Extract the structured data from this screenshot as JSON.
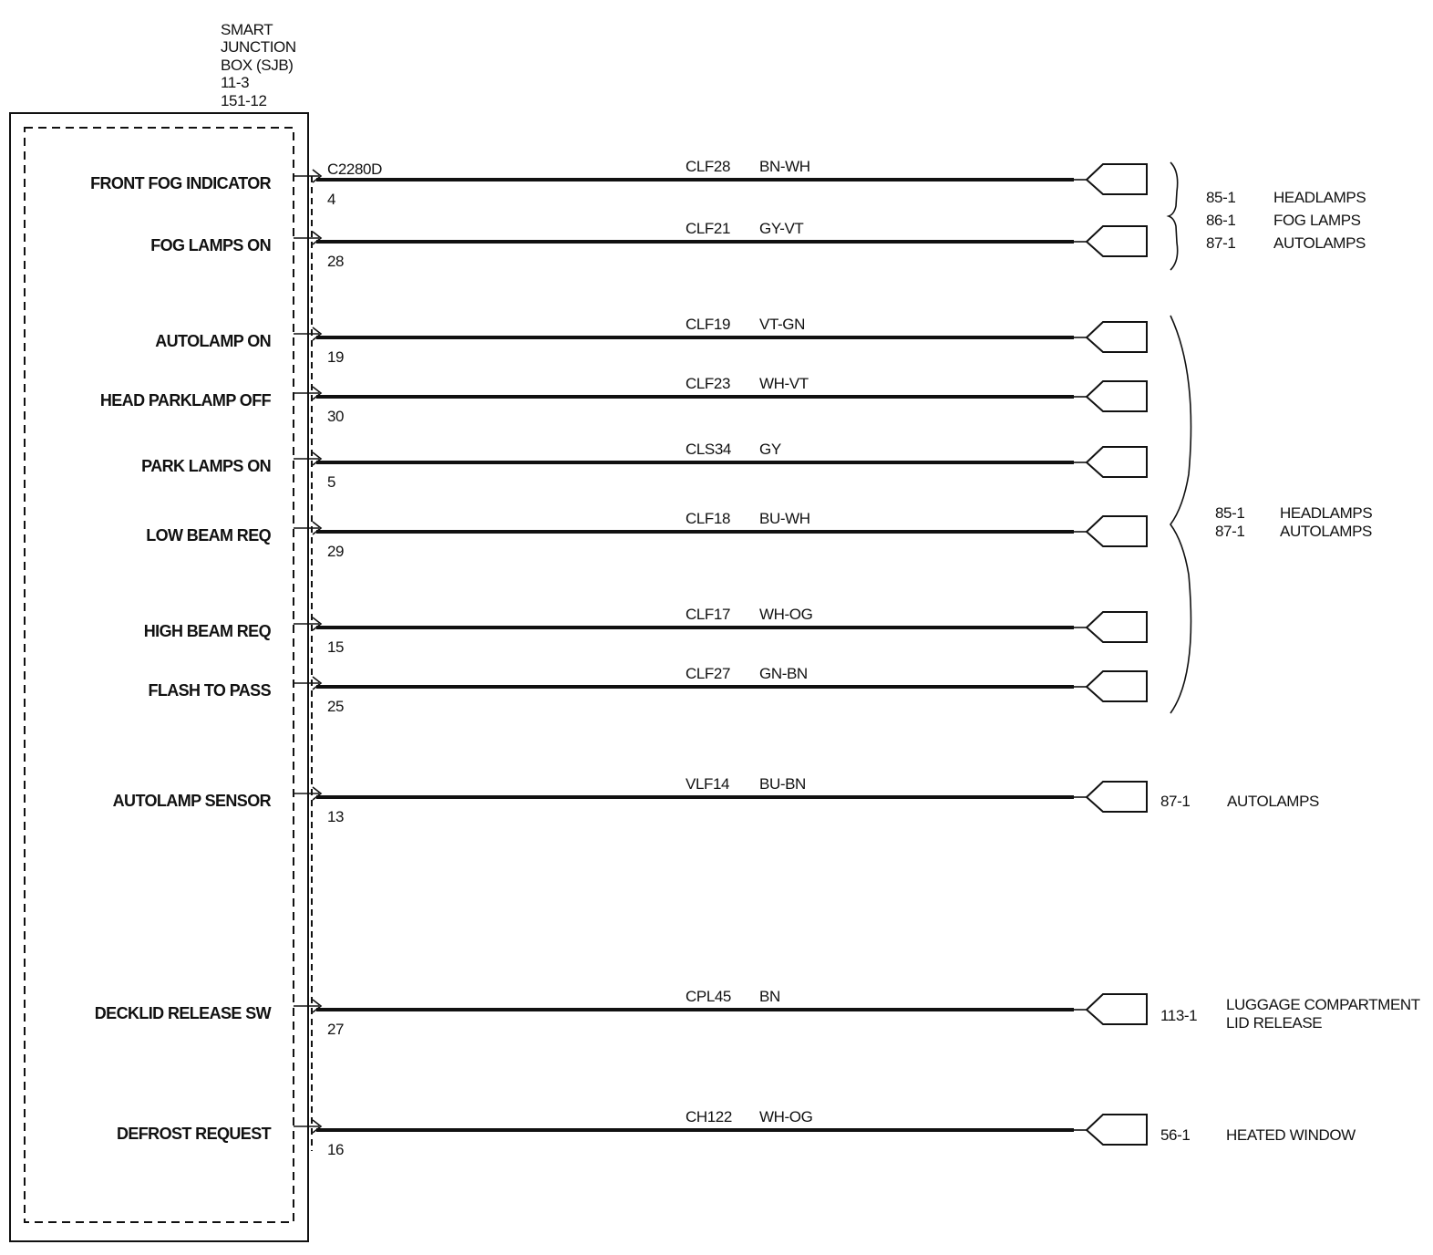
{
  "module": {
    "title_lines": [
      "SMART",
      "JUNCTION",
      "BOX (SJB)",
      "11-3",
      "151-12"
    ],
    "connector": "C2280D"
  },
  "circuits": [
    {
      "signal": "FRONT FOG INDICATOR",
      "pin": "4",
      "circuit": "CLF28",
      "color": "BN-WH"
    },
    {
      "signal": "FOG LAMPS ON",
      "pin": "28",
      "circuit": "CLF21",
      "color": "GY-VT"
    },
    {
      "signal": "AUTOLAMP ON",
      "pin": "19",
      "circuit": "CLF19",
      "color": "VT-GN"
    },
    {
      "signal": "HEAD PARKLAMP OFF",
      "pin": "30",
      "circuit": "CLF23",
      "color": "WH-VT"
    },
    {
      "signal": "PARK LAMPS ON",
      "pin": "5",
      "circuit": "CLS34",
      "color": "GY"
    },
    {
      "signal": "LOW BEAM REQ",
      "pin": "29",
      "circuit": "CLF18",
      "color": "BU-WH"
    },
    {
      "signal": "HIGH BEAM REQ",
      "pin": "15",
      "circuit": "CLF17",
      "color": "WH-OG"
    },
    {
      "signal": "FLASH TO PASS",
      "pin": "25",
      "circuit": "CLF27",
      "color": "GN-BN"
    },
    {
      "signal": "AUTOLAMP SENSOR",
      "pin": "13",
      "circuit": "VLF14",
      "color": "BU-BN"
    },
    {
      "signal": "DECKLID RELEASE SW",
      "pin": "27",
      "circuit": "CPL45",
      "color": "BN"
    },
    {
      "signal": "DEFROST REQUEST",
      "pin": "16",
      "circuit": "CH122",
      "color": "WH-OG"
    }
  ],
  "references": [
    {
      "group": "fog",
      "entries": [
        {
          "page": "85-1",
          "label": "HEADLAMPS"
        },
        {
          "page": "86-1",
          "label": "FOG LAMPS"
        },
        {
          "page": "87-1",
          "label": "AUTOLAMPS"
        }
      ]
    },
    {
      "group": "head",
      "entries": [
        {
          "page": "85-1",
          "label": "HEADLAMPS"
        },
        {
          "page": "87-1",
          "label": "AUTOLAMPS"
        }
      ]
    },
    {
      "group": "sensor",
      "entries": [
        {
          "page": "87-1",
          "label": "AUTOLAMPS"
        }
      ]
    },
    {
      "group": "decklid",
      "entries": [
        {
          "page": "113-1",
          "label": "LUGGAGE COMPARTMENT"
        },
        {
          "page": "",
          "label": "LID RELEASE"
        }
      ]
    },
    {
      "group": "defrost",
      "entries": [
        {
          "page": "56-1",
          "label": "HEATED WINDOW"
        }
      ]
    }
  ]
}
